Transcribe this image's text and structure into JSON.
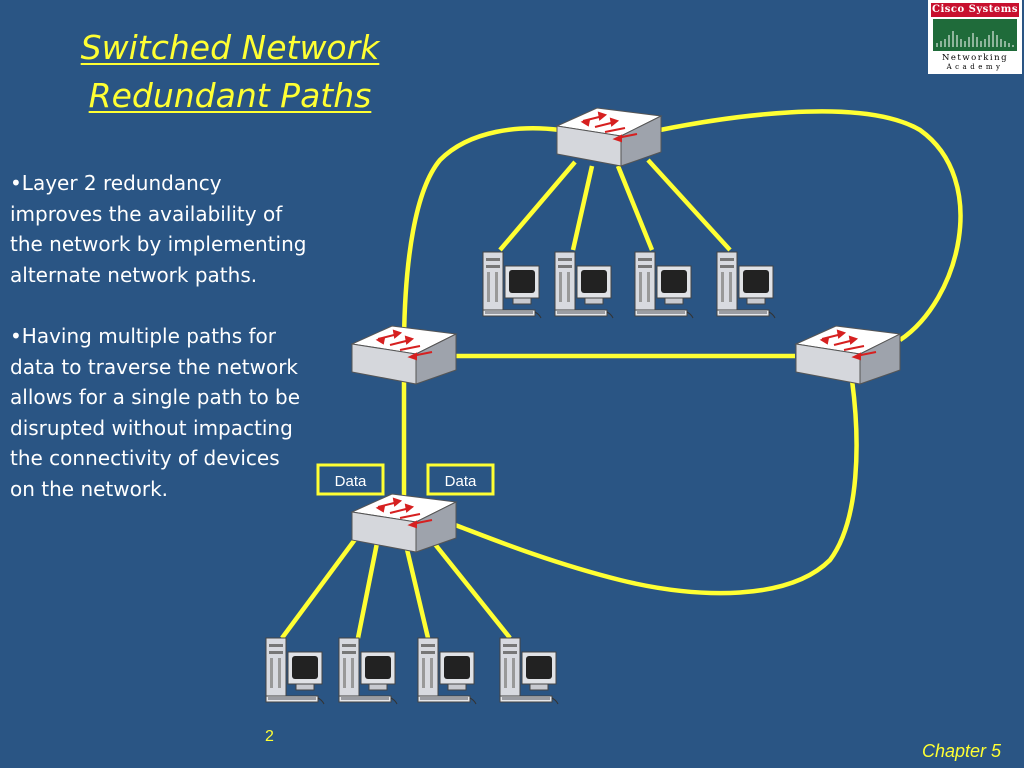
{
  "slide": {
    "title_line1": "Switched Network",
    "title_line2": "Redundant Paths",
    "bullets": [
      "•Layer 2 redundancy improves the availability of the network by implementing alternate network paths.",
      "•Having multiple paths for data to traverse the network allows for a single path to be disrupted without impacting the connectivity of devices on the network."
    ],
    "page_number": "2",
    "chapter": "Chapter 5"
  },
  "logo": {
    "line_top": "Cisco Systems",
    "line_mid": "Networking",
    "line_bottom": "Academy"
  },
  "diagram": {
    "data_labels": [
      "Data",
      "Data"
    ],
    "nodes": [
      "switch-top",
      "switch-middle-left",
      "switch-middle-right",
      "switch-bottom-left"
    ],
    "top_group_pcs": 4,
    "bottom_group_pcs": 4
  },
  "colors": {
    "background": "#2A5584",
    "title": "#FFFF33",
    "link": "#FFFF33",
    "text": "#FFFFFF"
  }
}
